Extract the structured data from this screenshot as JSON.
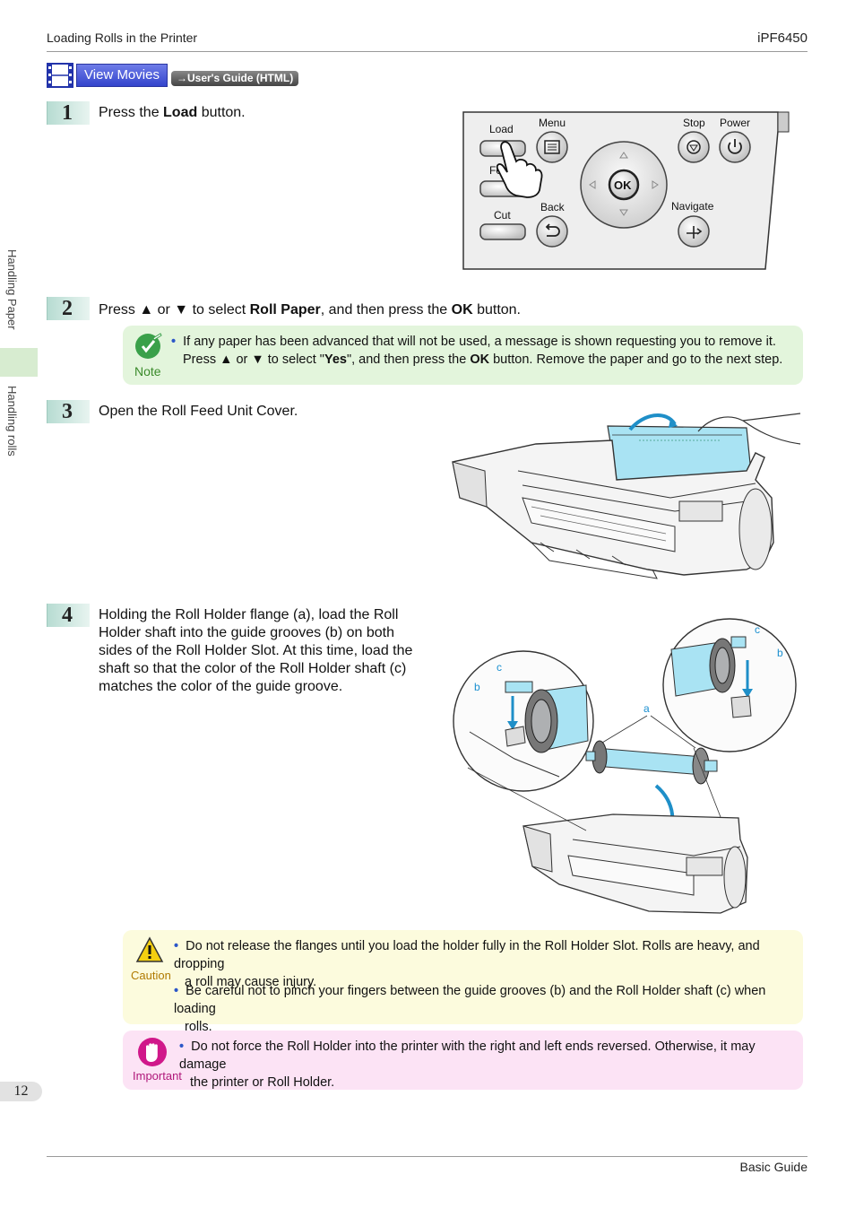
{
  "header": {
    "section": "Loading Rolls in the Printer",
    "model": "iPF6450"
  },
  "footer": {
    "guide": "Basic Guide",
    "page": "12"
  },
  "side": {
    "chapter": "Handling Paper",
    "section": "Handling rolls"
  },
  "movies": {
    "button": "View Movies",
    "link": "→User's Guide (HTML)"
  },
  "steps": [
    {
      "num": "1",
      "pre": "Press the ",
      "bold": "Load",
      "post": " button."
    },
    {
      "num": "2",
      "p1": "Press ▲ or ▼ to select ",
      "b1": "Roll Paper",
      "p2": ", and then press the ",
      "b2": "OK",
      "p3": " button."
    },
    {
      "num": "3",
      "text": "Open the Roll Feed Unit Cover."
    },
    {
      "num": "4",
      "lines": [
        "Holding the Roll Holder flange (a), load the Roll",
        "Holder shaft into the guide grooves (b) on both",
        "sides of the Roll Holder Slot. At this time, load the",
        "shaft so that the color of the Roll Holder shaft (c)",
        "matches the color of the guide groove."
      ]
    }
  ],
  "note": {
    "label": "Note",
    "line1": "If any paper has been advanced that will not be used, a message is shown requesting you to remove it.",
    "l2a": "Press ▲ or ▼ to select \"",
    "l2b": "Yes",
    "l2c": "\", and then press the ",
    "l2d": "OK",
    "l2e": " button. Remove the paper and go to the next step."
  },
  "caution": {
    "label": "Caution",
    "b1l1": "Do not release the flanges until you load the holder fully in the Roll Holder Slot. Rolls are heavy, and dropping",
    "b1l2": "a roll may cause injury.",
    "b2l1": "Be careful not to pinch your fingers between the guide grooves (b) and the Roll Holder shaft (c) when loading",
    "b2l2": "rolls."
  },
  "important": {
    "label": "Important",
    "l1": "Do not force the Roll Holder into the printer with the right and left ends reversed. Otherwise, it may damage",
    "l2": "the printer or Roll Holder."
  },
  "panel": {
    "load": "Load",
    "feed": "Fe",
    "cut": "Cut",
    "menu": "Menu",
    "back": "Back",
    "stop": "Stop",
    "power": "Power",
    "navigate": "Navigate",
    "ok": "OK"
  },
  "illustration_labels": {
    "a": "a",
    "b": "b",
    "c": "c"
  }
}
